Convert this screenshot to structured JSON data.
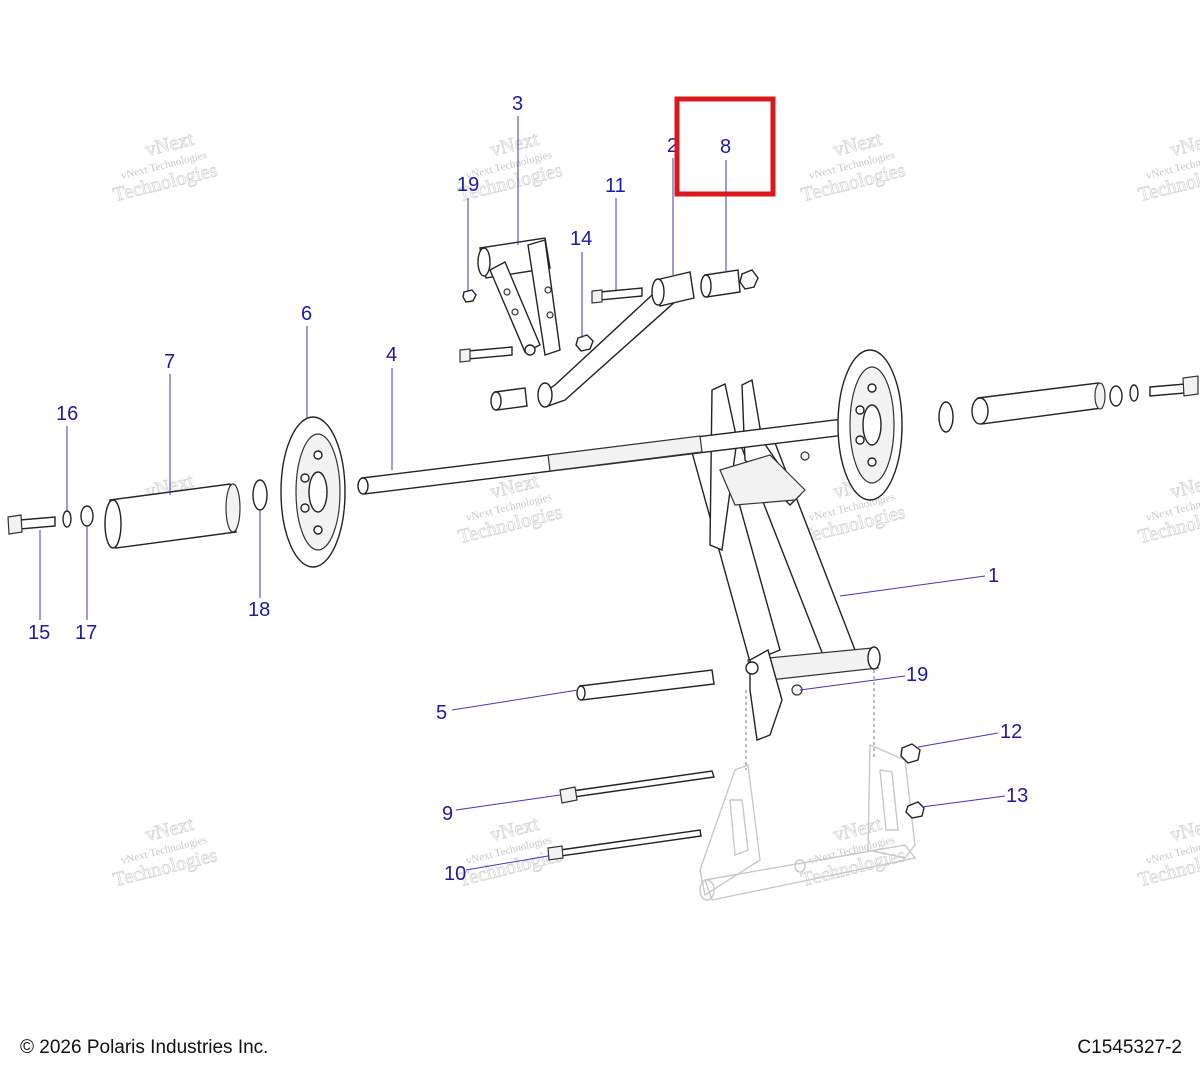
{
  "footer": {
    "copyright": "© 2026 Polaris Industries Inc.",
    "diagram_id": "C1545327-2"
  },
  "watermark": {
    "line1": "vNext",
    "line2": "vNext Technologies",
    "line3": "Technologies"
  },
  "callouts": {
    "c1": "1",
    "c2": "2",
    "c3": "3",
    "c4": "4",
    "c5": "5",
    "c6": "6",
    "c7": "7",
    "c8": "8",
    "c9": "9",
    "c10": "10",
    "c11": "11",
    "c12": "12",
    "c13": "13",
    "c14": "14",
    "c15": "15",
    "c16": "16",
    "c17": "17",
    "c18": "18",
    "c19a": "19",
    "c19b": "19"
  },
  "highlight": {
    "part": "8",
    "color": "#d9191c"
  },
  "colors": {
    "callout": "#1a1aa6",
    "leader": "#3a3ab8"
  }
}
